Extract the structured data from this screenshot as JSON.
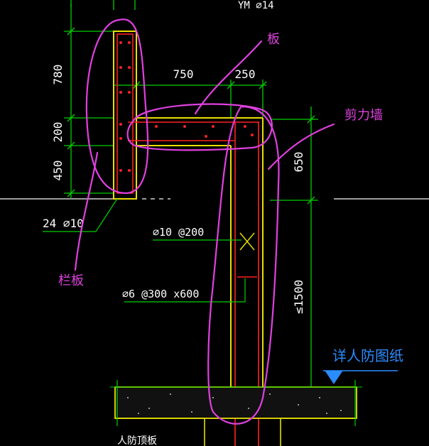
{
  "drawing": {
    "top_text": "YM ⌀14",
    "dims_left": [
      "780",
      "200",
      "450"
    ],
    "dims_top": [
      "750",
      "250"
    ],
    "dim_right": "650",
    "dim_right_lower": "≤1500",
    "rebar_label_1": "24 ⌀10",
    "rebar_label_2": "⌀10 @200",
    "rebar_label_3": "⌀6 @300 x600",
    "detail_ref": "详人防图纸",
    "bottom_label": "人防顶板"
  },
  "annotations": {
    "slab": "板",
    "shear_wall": "剪力墙",
    "parapet": "栏板"
  },
  "colors": {
    "background": "#000000",
    "dim_green": "#00d000",
    "concrete_yellow": "#e8e000",
    "rebar_red": "#ff2020",
    "text_white": "#ffffff",
    "annotation_magenta": "#e040e0",
    "detail_blue": "#2a8cff"
  }
}
